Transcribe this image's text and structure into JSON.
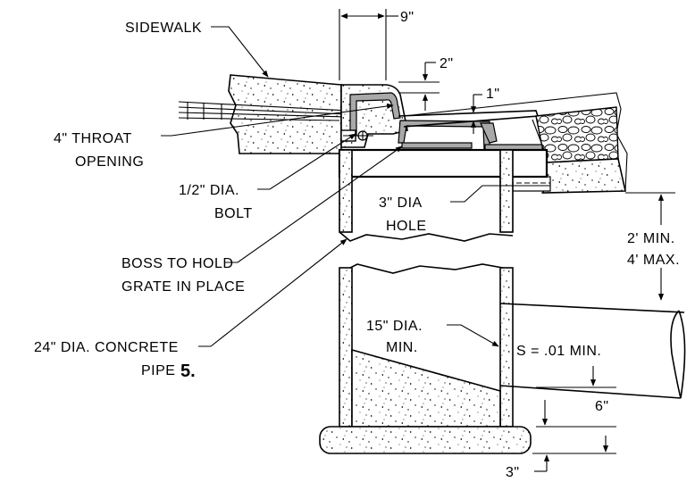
{
  "labels": {
    "sidewalk": "SIDEWALK",
    "dim_9in": "9\"",
    "dim_2in": "2\"",
    "dim_1in": "1\"",
    "throat_line1": "4\" THROAT",
    "throat_line2": "OPENING",
    "bolt_line1": "1/2\" DIA.",
    "bolt_line2": "BOLT",
    "hole_line1": "3\" DIA",
    "hole_line2": "HOLE",
    "boss_line1": "BOSS TO HOLD",
    "boss_line2": "GRATE IN PLACE",
    "pipe24_line1": "24\" DIA. CONCRETE",
    "pipe24_line2": "PIPE",
    "pipe24_number": "5.",
    "pipe15_line1": "15\" DIA.",
    "pipe15_line2": "MIN.",
    "slope": "S  =  .01  MIN.",
    "depth_line1": "2'  MIN.",
    "depth_line2": "4'  MAX.",
    "dim_6in": "6\"",
    "dim_3in": "3\""
  }
}
